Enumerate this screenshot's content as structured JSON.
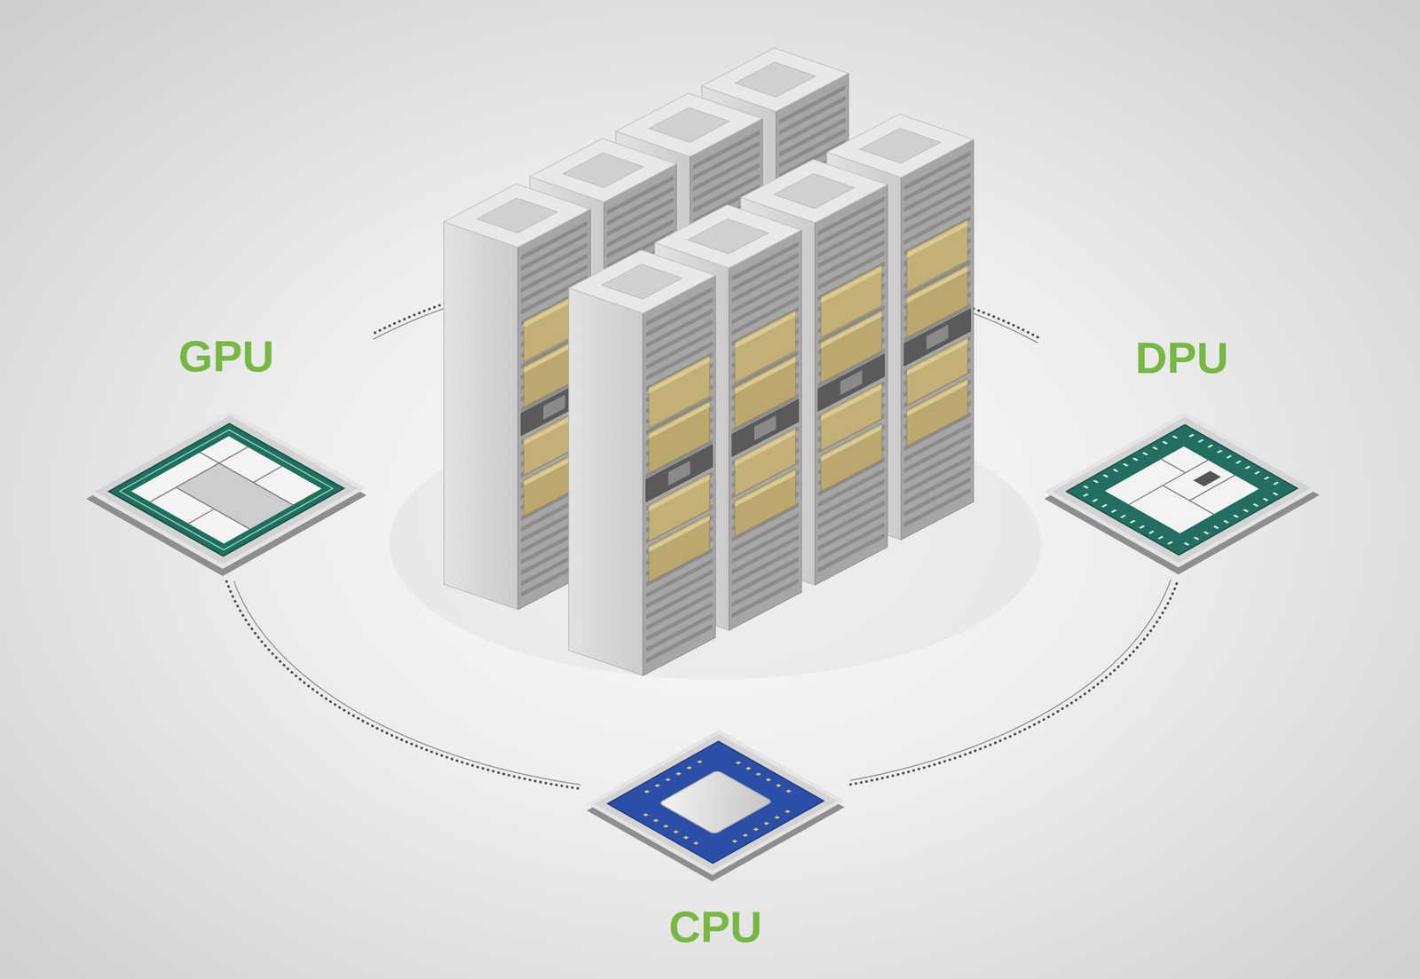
{
  "diagram": {
    "nodes": [
      {
        "text": [
          "GPU"
        ]
      },
      {
        "text": [
          "DPU"
        ]
      },
      {
        "text": [
          "CPU"
        ]
      }
    ],
    "edges": [
      {
        "from": 0,
        "to": 2,
        "arrow": "none"
      },
      {
        "from": 2,
        "to": 1,
        "arrow": "none"
      },
      {
        "from": 1,
        "to": 0,
        "arrow": "none"
      }
    ]
  }
}
